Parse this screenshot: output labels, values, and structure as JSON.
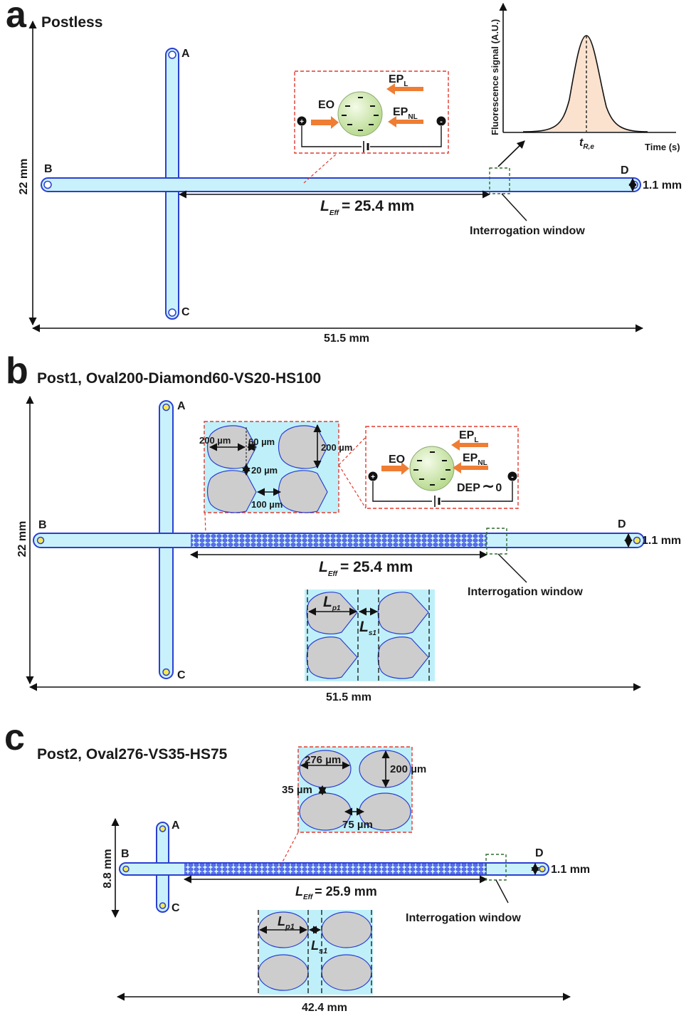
{
  "panel_a": {
    "letter": "a",
    "title": "Postless",
    "ports": {
      "A": "A",
      "B": "B",
      "C": "C",
      "D": "D"
    },
    "height_dim": "22 mm",
    "width_dim": "51.5 mm",
    "channel_width": "1.1 mm",
    "leff_prefix": "L",
    "leff_sub": "Eff",
    "leff_value": "= 25.4 mm",
    "window_label": "Interrogation window",
    "forces": {
      "eo": "EO",
      "epl": "EP",
      "epl_sub": "L",
      "epnl": "EP",
      "epnl_sub": "NL"
    },
    "chart": {
      "ylabel": "Fluorescence signal (A.U.)",
      "xlabel": "Time (s)",
      "peak_label": "t",
      "peak_sub": "R,e"
    }
  },
  "panel_b": {
    "letter": "b",
    "title": "Post1, Oval200-Diamond60-VS20-HS100",
    "ports": {
      "A": "A",
      "B": "B",
      "C": "C",
      "D": "D"
    },
    "height_dim": "22 mm",
    "width_dim": "51.5 mm",
    "channel_width": "1.1 mm",
    "leff_prefix": "L",
    "leff_sub": "Eff",
    "leff_value": "= 25.4 mm",
    "window_label": "Interrogation window",
    "inset_dims": {
      "d1": "200 µm",
      "d2": "60 µm",
      "d3": "200 µm",
      "d4": "20 µm",
      "d5": "100 µm"
    },
    "forces": {
      "eo": "EO",
      "epl": "EP",
      "epl_sub": "L",
      "epnl": "EP",
      "epnl_sub": "NL",
      "dep": "DEP",
      "dep_val": "0"
    },
    "lp": "L",
    "lp_sub": "p1",
    "ls": "L",
    "ls_sub": "s1"
  },
  "panel_c": {
    "letter": "c",
    "title": "Post2, Oval276-VS35-HS75",
    "ports": {
      "A": "A",
      "B": "B",
      "C": "C",
      "D": "D"
    },
    "height_dim": "8.8 mm",
    "width_dim": "42.4 mm",
    "channel_width": "1.1 mm",
    "leff_prefix": "L",
    "leff_sub": "Eff",
    "leff_value": "= 25.9 mm",
    "window_label": "Interrogation window",
    "inset_dims": {
      "d1": "276 µm",
      "d2": "200 µm",
      "d3": "35 µm",
      "d4": "75 µm"
    },
    "lp": "L",
    "lp_sub": "p1",
    "ls": "L",
    "ls_sub": "s1"
  }
}
